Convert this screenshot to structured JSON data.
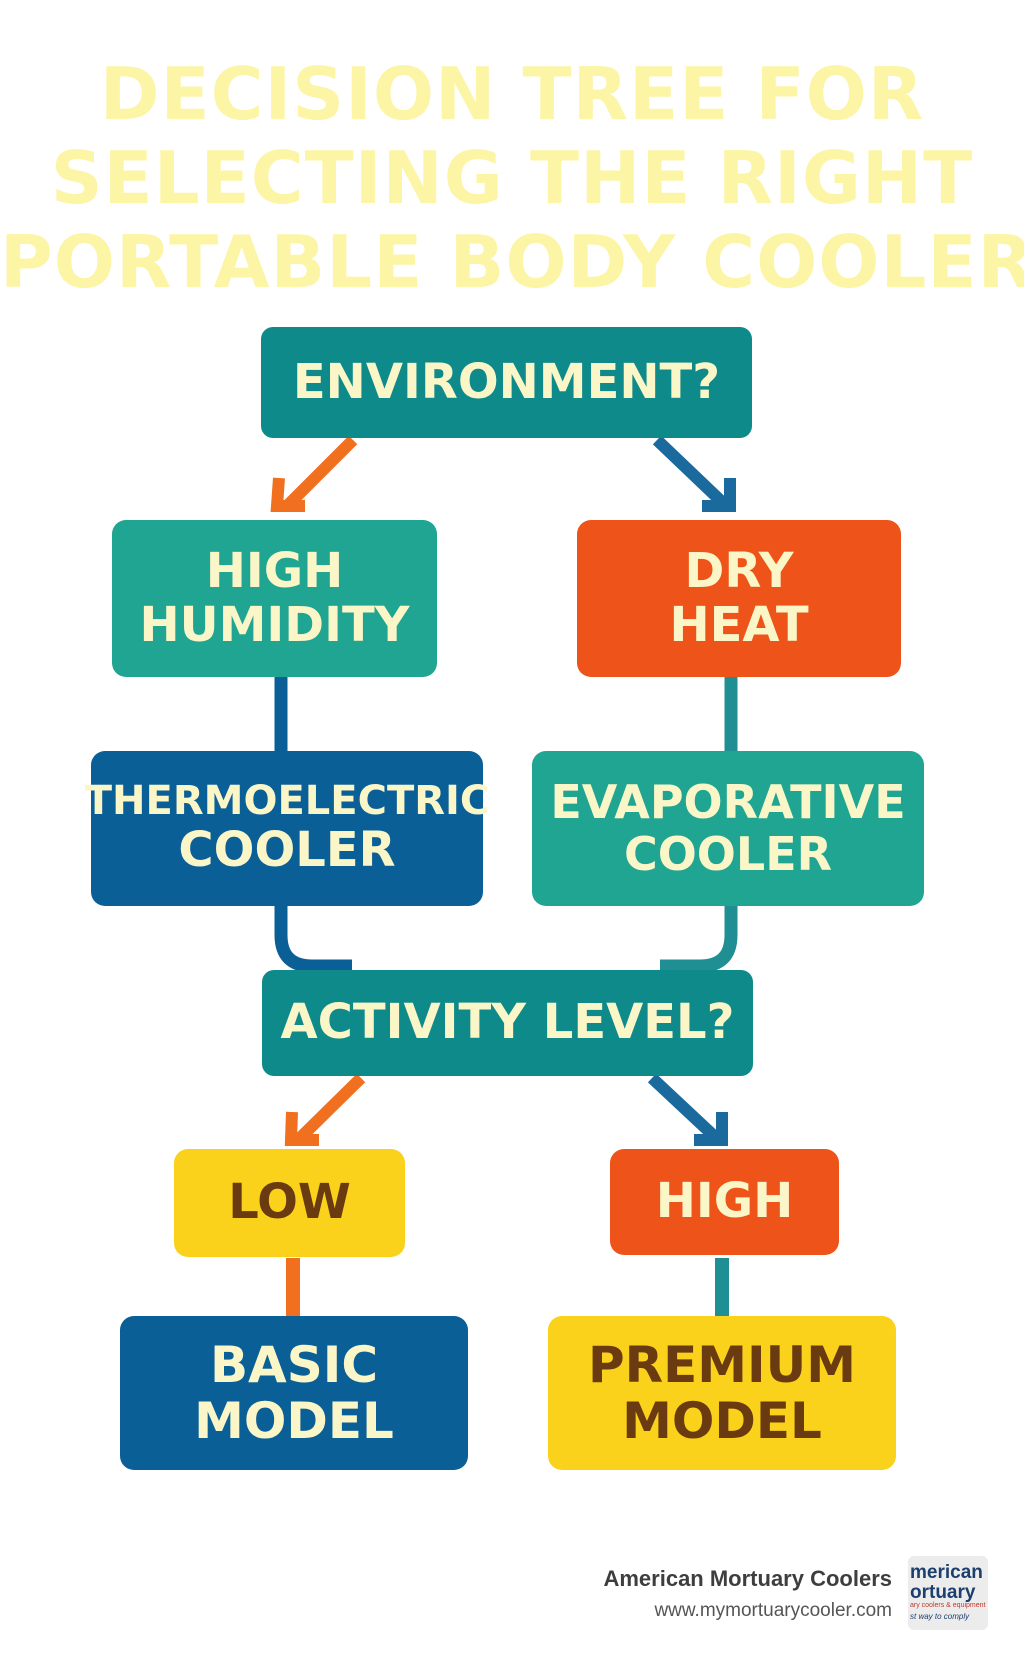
{
  "title": {
    "line1": "DECISION TREE FOR",
    "line2": "SELECTING THE RIGHT",
    "line3": "PORTABLE BODY COOLER"
  },
  "nodes": {
    "environment": {
      "label": "ENVIRONMENT?"
    },
    "high_humidity": {
      "line1": "HIGH",
      "line2": "HUMIDITY"
    },
    "dry_heat": {
      "line1": "DRY",
      "line2": "HEAT"
    },
    "thermoelectric": {
      "line1": "THERMOELECTRIC",
      "line2": "COOLER"
    },
    "evaporative": {
      "line1": "EVAPORATIVE",
      "line2": "COOLER"
    },
    "activity_level": {
      "label": "ACTIVITY LEVEL?"
    },
    "low": {
      "label": "LOW"
    },
    "high": {
      "label": "HIGH"
    },
    "basic_model": {
      "line1": "BASIC",
      "line2": "MODEL"
    },
    "premium_model": {
      "line1": "PREMIUM",
      "line2": "MODEL"
    }
  },
  "footer": {
    "brand_name": "American Mortuary Coolers",
    "url": "www.mymortuarycooler.com",
    "logo_line1": "merican",
    "logo_line2": "ortuary",
    "logo_line3": "ary coolers & equipment",
    "logo_line4": "st way to comply"
  },
  "colors": {
    "title": "#fcf5a6",
    "teal_dark": "#0f8a8a",
    "teal": "#1fa592",
    "orange": "#ee5419",
    "blue": "#0b5f97",
    "yellow": "#fad21b",
    "node_text_light": "#fbf6c8",
    "node_text_dark": "#6a3a10"
  }
}
